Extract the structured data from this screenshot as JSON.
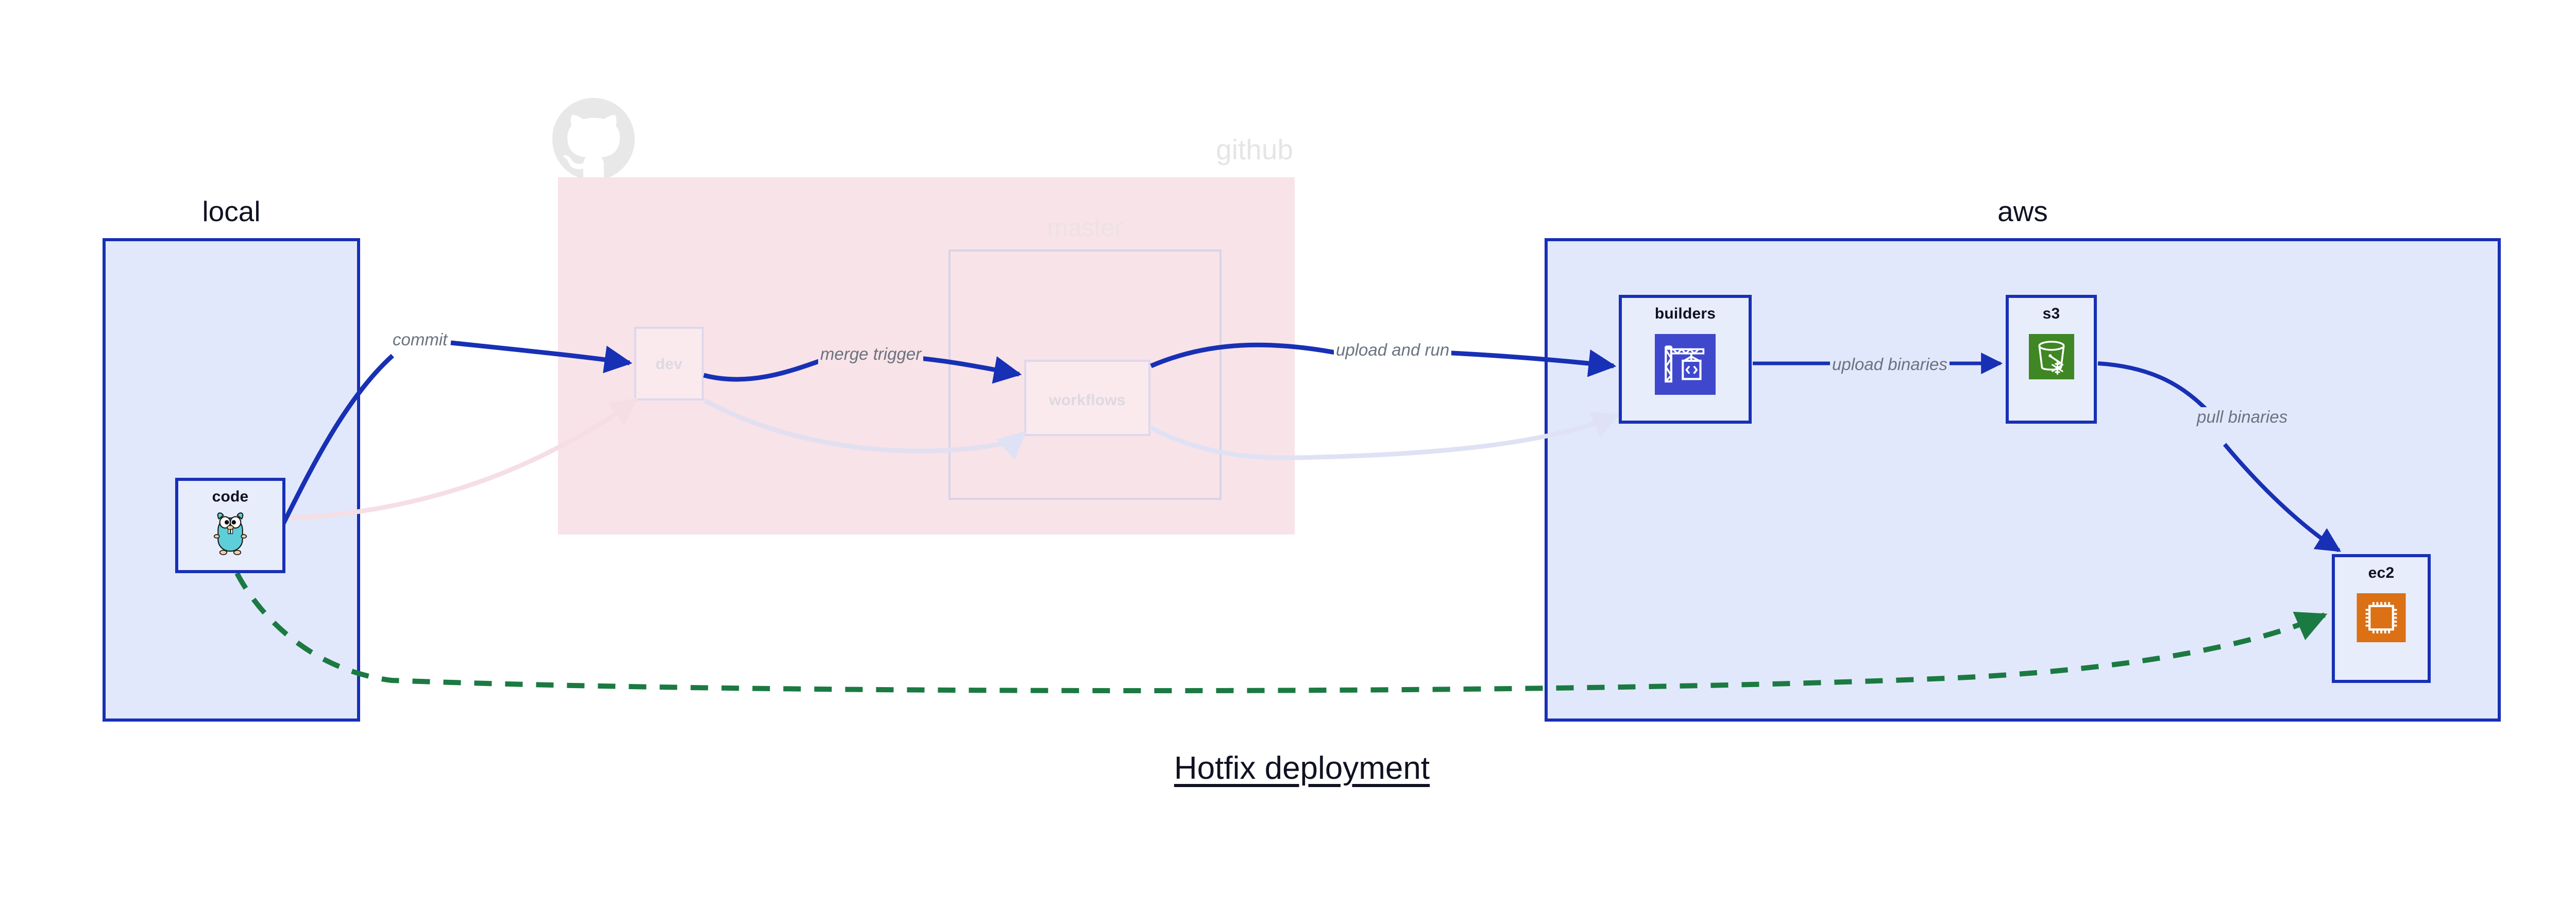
{
  "title": "Hotfix deployment",
  "colors": {
    "group_blue_fill": "#e2e8fb",
    "group_blue_border": "#1730b5",
    "github_pink_fill": "#f8e3e8",
    "node_fill": "#e8edfc",
    "arrow_blue": "#1730b5",
    "arrow_green": "#1b7a42",
    "label_gray": "#6b7280",
    "faded_gray": "#e5e5e5",
    "builders_icon_bg": "#3f48cc",
    "s3_icon_bg": "#3f8624",
    "ec2_icon_bg": "#db7014",
    "gopher_body": "#5ecfd8"
  },
  "groups": {
    "local": {
      "label": "local"
    },
    "github": {
      "label": "github",
      "logo_icon": "github-octocat-icon"
    },
    "master": {
      "label": "master"
    },
    "aws": {
      "label": "aws"
    }
  },
  "nodes": {
    "code": {
      "label": "code",
      "icon": "go-gopher-icon"
    },
    "dev": {
      "label": "dev",
      "icon": "none"
    },
    "workflows": {
      "label": "workflows",
      "icon": "none"
    },
    "builders": {
      "label": "builders",
      "icon": "aws-codebuild-crane-icon"
    },
    "s3": {
      "label": "s3",
      "icon": "aws-s3-glacier-bucket-icon"
    },
    "ec2": {
      "label": "ec2",
      "icon": "aws-ec2-cpu-chip-icon"
    }
  },
  "edges": [
    {
      "id": "commit",
      "label": "commit",
      "from": "code",
      "to": "dev",
      "style": "solid",
      "color": "#1730b5"
    },
    {
      "id": "merge-trigger",
      "label": "merge trigger",
      "from": "dev",
      "to": "workflows",
      "style": "solid",
      "color": "#1730b5"
    },
    {
      "id": "upload-and-run",
      "label": "upload and run",
      "from": "workflows",
      "to": "builders",
      "style": "solid",
      "color": "#1730b5"
    },
    {
      "id": "upload-binaries",
      "label": "upload binaries",
      "from": "builders",
      "to": "s3",
      "style": "solid",
      "color": "#1730b5"
    },
    {
      "id": "pull-binaries",
      "label": "pull binaries",
      "from": "s3",
      "to": "ec2",
      "style": "solid",
      "color": "#1730b5"
    },
    {
      "id": "hotfix-direct",
      "label": "",
      "from": "code",
      "to": "ec2",
      "style": "dashed",
      "color": "#1b7a42"
    }
  ]
}
